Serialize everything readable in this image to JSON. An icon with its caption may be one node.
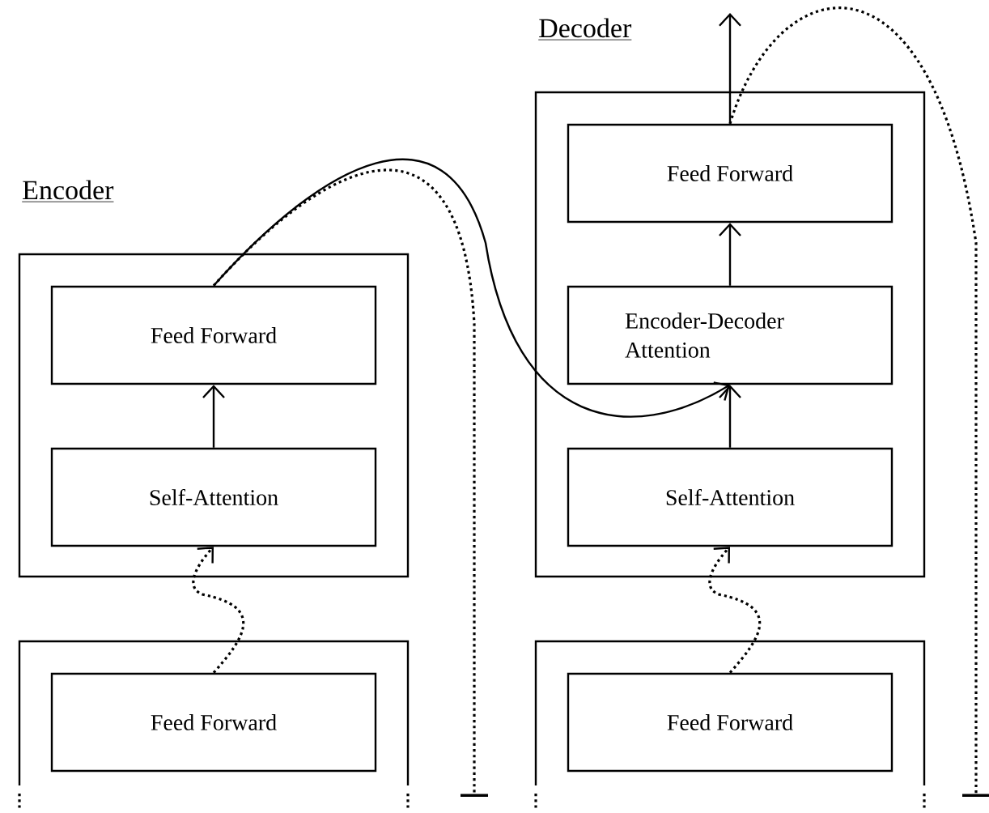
{
  "diagram": {
    "nodes": [
      {
        "text": [
          "Encoder"
        ]
      },
      {
        "text": [
          "Feed Forward"
        ],
        "in": 0
      },
      {
        "text": [
          "Self-Attention"
        ],
        "in": 0
      },
      {
        "text": [],
        "shape": "box"
      },
      {
        "text": [
          "Feed Forward"
        ],
        "in": 3
      },
      {
        "text": [
          "Decoder"
        ]
      },
      {
        "text": [
          "Feed Forward"
        ],
        "in": 5
      },
      {
        "text": [
          "Encoder-Decoder Attention"
        ],
        "in": 5
      },
      {
        "text": [
          "Self-Attention"
        ],
        "in": 5
      },
      {
        "text": [],
        "shape": "box"
      },
      {
        "text": [
          "Feed Forward"
        ],
        "in": 9
      }
    ],
    "edges": [
      {
        "from": 2,
        "to": 1,
        "arrow": "to"
      },
      {
        "from": 4,
        "to": 2,
        "arrow": "to",
        "style": "dashed"
      },
      {
        "from": 1,
        "to": 7,
        "arrow": "to"
      },
      {
        "from": 1,
        "to": null,
        "arrow": "other",
        "style": "dashed"
      },
      {
        "from": 8,
        "to": 7,
        "arrow": "to"
      },
      {
        "from": 7,
        "to": 6,
        "arrow": "to"
      },
      {
        "from": 10,
        "to": 8,
        "arrow": "to",
        "style": "dashed"
      },
      {
        "from": 6,
        "to": null,
        "arrow": "to"
      },
      {
        "from": 6,
        "to": null,
        "arrow": "other",
        "style": "dashed"
      }
    ]
  }
}
